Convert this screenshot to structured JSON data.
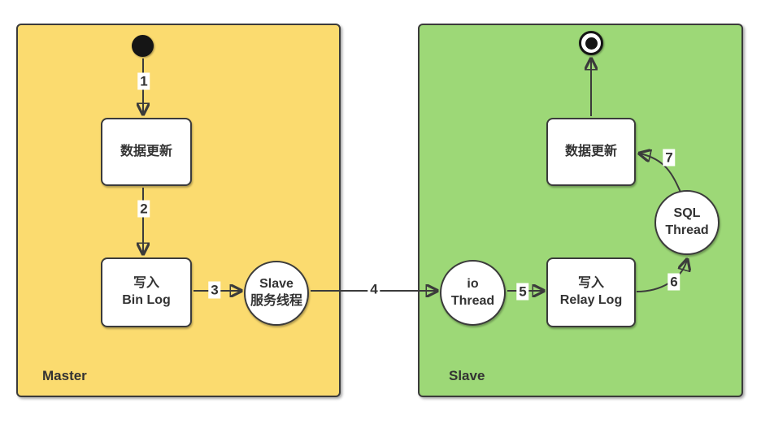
{
  "colors": {
    "master_fill": "#FBDB6F",
    "slave_fill": "#9DD877",
    "node_fill": "#FFFFFF",
    "stroke": "#3B3B3B",
    "text": "#333333"
  },
  "master": {
    "label": "Master",
    "nodes": {
      "start": {
        "icon": "initial-state-dot"
      },
      "data_update": {
        "label": "数据更新"
      },
      "bin_log": {
        "line1": "写入",
        "line2": "Bin Log"
      },
      "slave_service_thread": {
        "line1": "Slave",
        "line2": "服务线程"
      }
    }
  },
  "slave": {
    "label": "Slave",
    "nodes": {
      "io_thread": {
        "line1": "io",
        "line2": "Thread"
      },
      "relay_log": {
        "line1": "写入",
        "line2": "Relay Log"
      },
      "sql_thread": {
        "line1": "SQL",
        "line2": "Thread"
      },
      "data_update": {
        "label": "数据更新"
      },
      "end": {
        "icon": "final-state-dot"
      }
    }
  },
  "connectors": [
    {
      "label": "1",
      "from": "initial-state",
      "to": "master-data-update"
    },
    {
      "label": "2",
      "from": "master-data-update",
      "to": "write-bin-log"
    },
    {
      "label": "3",
      "from": "write-bin-log",
      "to": "slave-service-thread"
    },
    {
      "label": "4",
      "from": "slave-service-thread",
      "to": "io-thread"
    },
    {
      "label": "5",
      "from": "io-thread",
      "to": "write-relay-log"
    },
    {
      "label": "6",
      "from": "write-relay-log",
      "to": "sql-thread"
    },
    {
      "label": "7",
      "from": "sql-thread",
      "to": "slave-data-update"
    },
    {
      "label": "",
      "from": "slave-data-update",
      "to": "final-state"
    }
  ]
}
